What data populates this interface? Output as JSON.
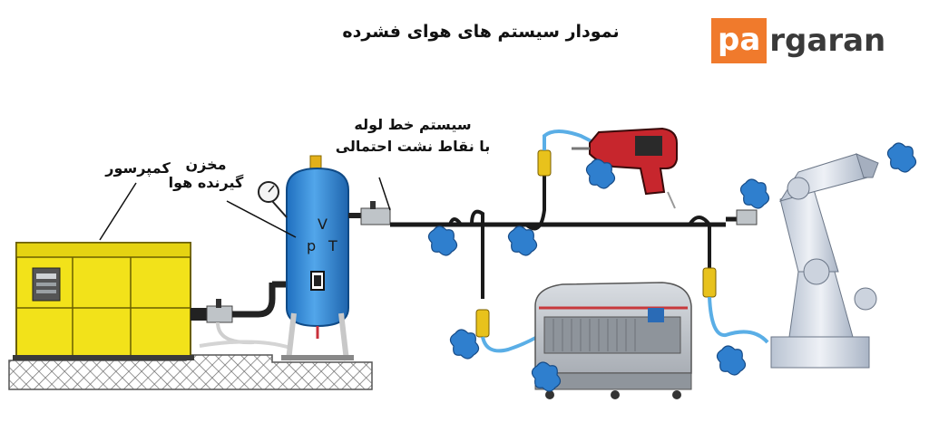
{
  "header": {
    "title": "نمودار سیستم های هوای فشرده"
  },
  "logo": {
    "box_text": "pa",
    "rest_text": "rgaran"
  },
  "labels": {
    "compressor": "کمپرسور",
    "tank_line1": "مخزن",
    "tank_line2": "گیرنده هوا",
    "pipe_line1": "سیستم خط لوله",
    "pipe_line2": "با نقاط نشت احتمالی"
  },
  "tank_letters": {
    "v": "V",
    "p": "p",
    "t": "T"
  },
  "colors": {
    "compressor": "#f2e21a",
    "tank": "#3c8fd6",
    "hose": "#5aaee6",
    "leak": "#2f7fce",
    "fitting": "#e8c21c",
    "pipe": "#1a1a1a",
    "logo_accent": "#f07a2c"
  },
  "icons": [
    "pressure-gauge-icon",
    "air-leak-icon",
    "drill-icon",
    "robot-arm-icon",
    "machine-icon"
  ]
}
